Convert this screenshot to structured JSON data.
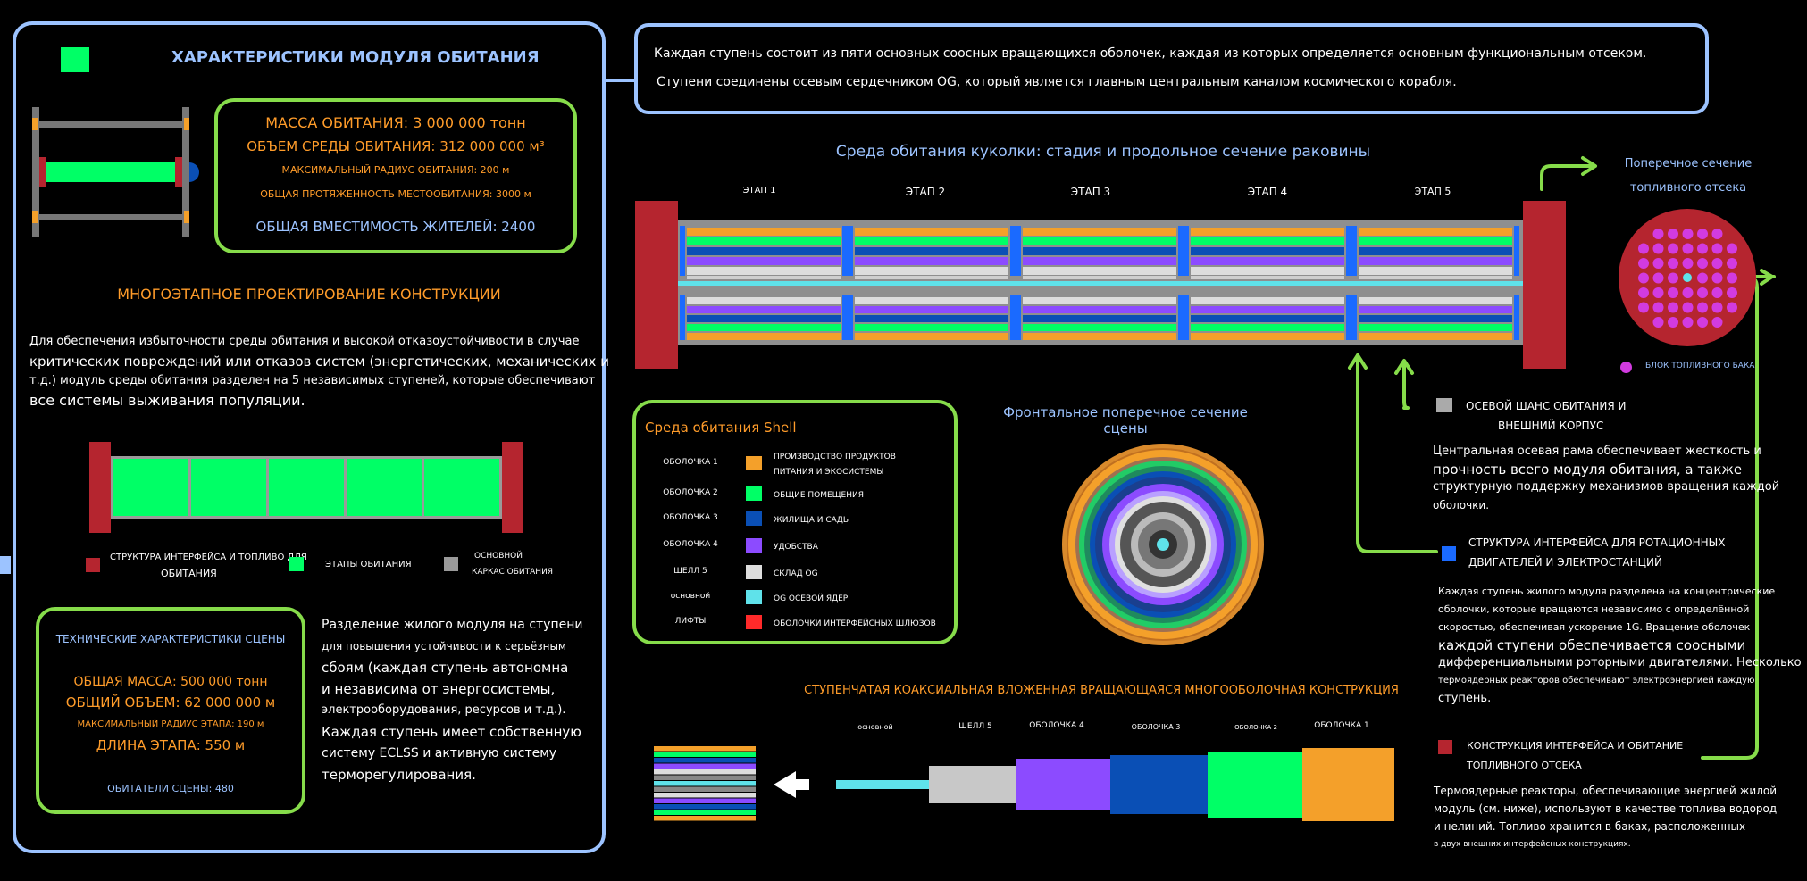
{
  "colors": {
    "panel_border_blue": "#9cc3ff",
    "panel_border_green": "#86dc4a",
    "heading_orange": "#ff9c2a",
    "heading_blue": "#9cc3ff",
    "habitat_green": "#00ff66",
    "interface_red": "#b5252f",
    "frame_gray": "#9a9a9a",
    "food_orange": "#f4a02a",
    "housing_blue": "#0a4fb5",
    "amenities_purple": "#8c4bff",
    "storage_gray": "#dddddd",
    "core_cyan": "#5fe2ea",
    "locks_red": "#ff2a2a",
    "fuel_tank_magenta": "#d23be0"
  },
  "left": {
    "title": "ХАРАКТЕРИСТИКИ МОДУЛЯ ОБИТАНИЯ",
    "specs": {
      "mass": "МАССА ОБИТАНИЯ: 3 000 000 тонн",
      "volume": "ОБЪЕМ СРЕДЫ ОБИТАНИЯ: 312 000 000 м³",
      "radius": "МАКСИМАЛЬНЫЙ РАДИУС ОБИТАНИЯ: 200 м",
      "length": "ОБЩАЯ ПРОТЯЖЕННОСТЬ МЕСТООБИТАНИЯ: 3000 м",
      "capacity": "ОБЩАЯ ВМЕСТИМОСТЬ ЖИТЕЛЕЙ: 2400"
    },
    "multistage_title": "МНОГОЭТАПНОЕ ПРОЕКТИРОВАНИЕ КОНСТРУКЦИИ",
    "multistage_text": {
      "l1": "Для обеспечения избыточности среды обитания и высокой отказоустойчивости в случае",
      "l2": "критических повреждений или отказов систем (энергетических, механических и",
      "l3": "т.д.) модуль среды обитания разделен на 5 независимых ступеней, которые обеспечивают",
      "l4": "все системы выживания популяции."
    },
    "legend": {
      "interface": "СТРУКТУРА ИНТЕРФЕЙСА И ТОПЛИВО ДЛЯ",
      "interface2": "ОБИТАНИЯ",
      "stages": "ЭТАПЫ ОБИТАНИЯ",
      "frame": "ОСНОВНОЙ",
      "frame2": "КАРКАС ОБИТАНИЯ"
    },
    "stage_specs": {
      "title": "ТЕХНИЧЕСКИЕ ХАРАКТЕРИСТИКИ СЦЕНЫ",
      "mass": "ОБЩАЯ МАССА: 500 000 тонн",
      "volume": "ОБЩИЙ ОБЪЕМ: 62 000 000 м",
      "radius": "МАКСИМАЛЬНЫЙ РАДИУС ЭТАПА: 190 м",
      "length": "ДЛИНА ЭТАПА: 550 м",
      "residents": "ОБИТАТЕЛИ СЦЕНЫ: 480"
    },
    "split_text": {
      "l1": "Разделение жилого модуля на ступени",
      "l2": "для повышения устойчивости к серьёзным",
      "l3": "сбоям (каждая ступень автономна",
      "l4": "и независима от энергосистемы,",
      "l5": "электрооборудования, ресурсов и т.д.).",
      "l6": "Каждая ступень имеет собственную",
      "l7": "систему ECLSS и активную систему",
      "l8": "терморегулирования."
    }
  },
  "top_box": {
    "line1": "Каждая ступень состоит из пяти основных соосных вращающихся оболочек, каждая из которых определяется основным функциональным отсеком.",
    "line2": "Ступени соединены осевым сердечником OG, который является главным центральным каналом космического корабля."
  },
  "cross": {
    "title": "Среда обитания куколки: стадия и продольное сечение раковины",
    "stages": [
      "ЭТАП 1",
      "ЭТАП 2",
      "ЭТАП 3",
      "ЭТАП 4",
      "ЭТАП 5"
    ]
  },
  "fuel_section": {
    "title1": "Поперечное сечение",
    "title2": "топливного отсека",
    "legend": "БЛОК ТОПЛИВНОГО БАКА"
  },
  "shell_legend": {
    "title": "Среда обитания Shell",
    "rows": [
      {
        "name": "ОБОЛОЧКА 1",
        "desc": "ПРОИЗВОДСТВО ПРОДУКТОВ",
        "desc2": "ПИТАНИЯ И ЭКОСИСТЕМЫ"
      },
      {
        "name": "ОБОЛОЧКА 2",
        "desc": "ОБЩИЕ ПОМЕЩЕНИЯ",
        "desc2": ""
      },
      {
        "name": "ОБОЛОЧКА 3",
        "desc": "ЖИЛИЩА И САДЫ",
        "desc2": ""
      },
      {
        "name": "ОБОЛОЧКА 4",
        "desc": "УДОБСТВА",
        "desc2": ""
      },
      {
        "name": "ШЕЛЛ 5",
        "desc": "СКЛАД OG",
        "desc2": ""
      },
      {
        "name": "основной",
        "desc": "OG ОСЕВОЙ ЯДЕР",
        "desc2": ""
      },
      {
        "name": "ЛИФТЫ",
        "desc": "ОБОЛОЧКИ ИНТЕРФЕЙСНЫХ ШЛЮЗОВ",
        "desc2": ""
      }
    ]
  },
  "frontal": {
    "title": "Фронтальное поперечное сечение сцены"
  },
  "right": {
    "axial_title1": "ОСЕВОЙ ШАНС ОБИТАНИЯ И",
    "axial_title2": "ВНЕШНИЙ КОРПУС",
    "axial_text": {
      "l1": "Центральная осевая рама обеспечивает жесткость и",
      "l2": "прочность всего модуля обитания, а также",
      "l3": "структурную поддержку механизмов вращения каждой",
      "l4": "оболочки."
    },
    "iface_title1": "СТРУКТУРА ИНТЕРФЕЙСА ДЛЯ РОТАЦИОННЫХ",
    "iface_title2": "ДВИГАТЕЛЕЙ И ЭЛЕКТРОСТАНЦИЙ",
    "iface_text": {
      "l1": "Каждая ступень жилого модуля разделена на концентрические",
      "l2": "оболочки, которые вращаются независимо с определённой",
      "l3": "скоростью, обеспечивая ускорение 1G. Вращение оболочек",
      "l4": "каждой ступени обеспечивается соосными",
      "l5": "дифференциальными роторными двигателями. Несколько",
      "l6": "термоядерных реакторов обеспечивают электроэнергией каждую",
      "l7": "ступень."
    },
    "fuel_title1": "КОНСТРУКЦИЯ ИНТЕРФЕЙСА И ОБИТАНИЕ",
    "fuel_title2": "ТОПЛИВНОГО ОТСЕКА",
    "fuel_text": {
      "l1": "Термоядерные реакторы, обеспечивающие энергией жилой",
      "l2": "модуль (см. ниже), используют в качестве топлива водород",
      "l3": "и нелиний. Топливо хранится в баках, расположенных",
      "l4": "в двух внешних интерфейсных конструкциях."
    }
  },
  "coax": {
    "title": "СТУПЕНЧАТАЯ КОАКСИАЛЬНАЯ ВЛОЖЕННАЯ ВРАЩАЮЩАЯСЯ МНОГООБОЛОЧНАЯ КОНСТРУКЦИЯ",
    "labels": [
      "основной",
      "ШЕЛЛ 5",
      "ОБОЛОЧКА 4",
      "ОБОЛОЧКА 3",
      "ОБОЛОЧКА 2",
      "ОБОЛОЧКА 1"
    ]
  }
}
